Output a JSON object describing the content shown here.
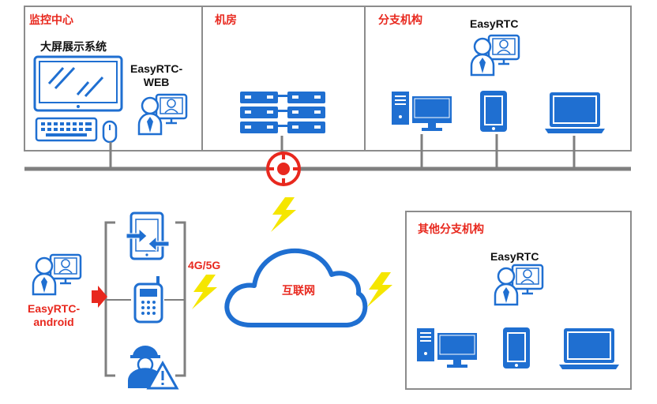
{
  "sections": {
    "monitor_center": "监控中心",
    "machine_room": "机房",
    "branch": "分支机构",
    "other_branch": "其他分支机构"
  },
  "labels": {
    "big_screen": "大屏展示系统",
    "easyrtc_web": "EasyRTC-\nWEB",
    "easyrtc_branch": "EasyRTC",
    "easyrtc_other": "EasyRTC",
    "easyrtc_android": "EasyRTC-\nandroid",
    "network_4g5g": "4G/5G",
    "internet": "互联网"
  },
  "colors": {
    "accent_blue": "#1f6fd1",
    "alert_red": "#e8281e",
    "lightning_yellow": "#f5e600",
    "line_gray": "#7f7f7f",
    "box_gray": "#8c8c8c"
  }
}
